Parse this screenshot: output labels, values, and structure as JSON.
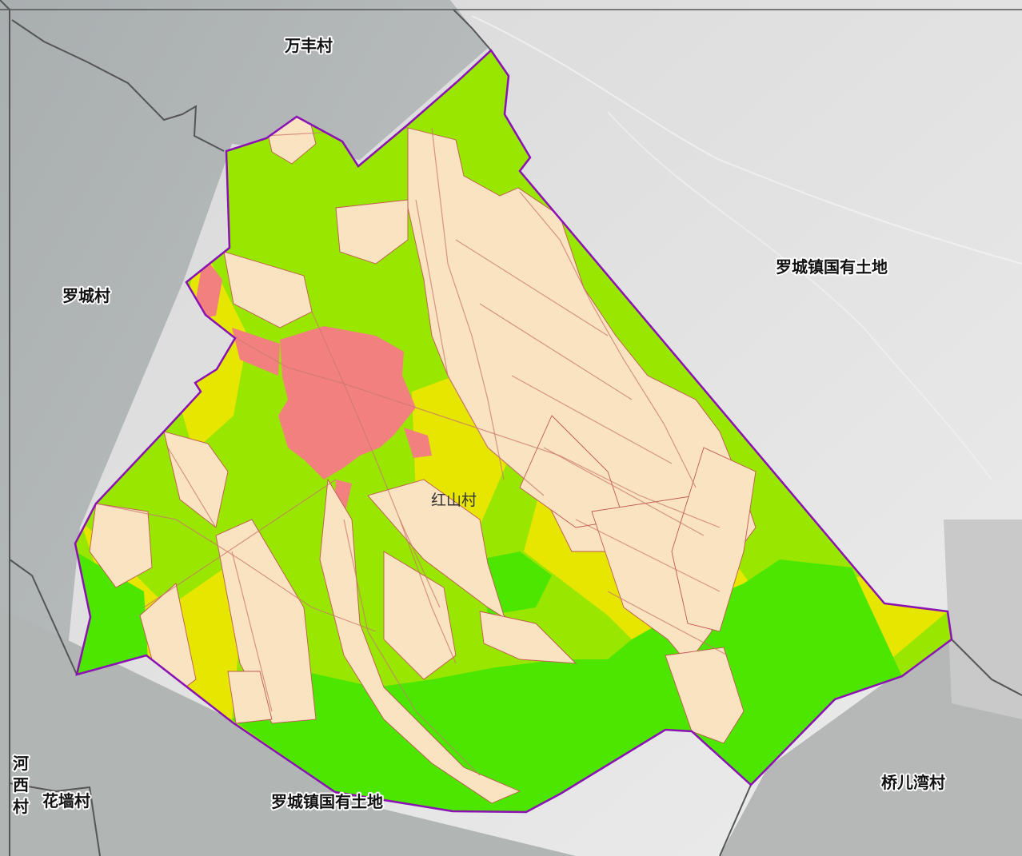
{
  "map": {
    "labels": {
      "north": "万丰村",
      "west": "罗城村",
      "east": "罗城镇国有土地",
      "center": "红山村",
      "southwest_vertical": [
        "河",
        "西",
        "村"
      ],
      "southwest": "花墙村",
      "south": "罗城镇国有土地",
      "southeast": "桥儿湾村"
    },
    "colors": {
      "farmland": "#f9e3c0",
      "orchard": "#99e600",
      "forest": "#4ce600",
      "settlement": "#f2807e",
      "other": "#e6e600",
      "boundary": "#8b11b4",
      "admin_line": "#4e4e4e",
      "background_desert": "#dcdcdc",
      "background_village": "#b9bdbd"
    }
  }
}
